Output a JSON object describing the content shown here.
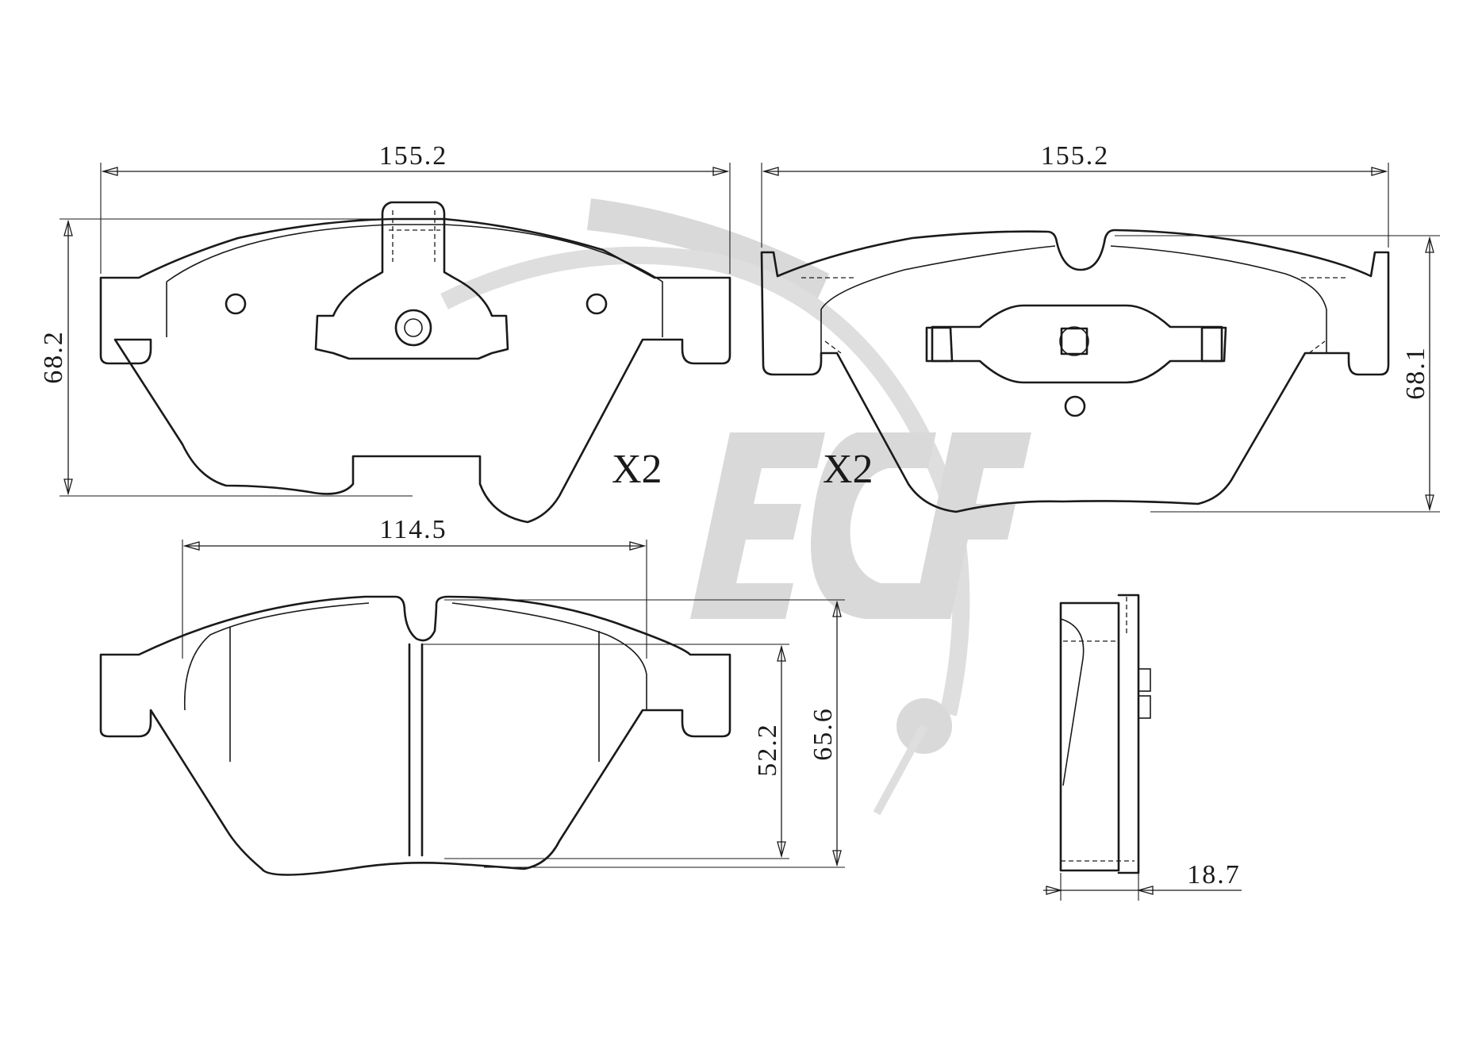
{
  "watermark": {
    "logo_text": "ECF",
    "color": "#d9d9d9"
  },
  "views": {
    "top_left": {
      "label": "pad-backing-plate-view",
      "width_dim": "155.2",
      "height_dim": "68.2",
      "quantity": "X2"
    },
    "top_right": {
      "label": "pad-friction-side-view",
      "width_dim": "155.2",
      "height_dim": "68.1",
      "quantity": "X2"
    },
    "bottom_left": {
      "label": "friction-material-view",
      "width_dim": "114.5",
      "height_dim_inner": "52.2",
      "height_dim_outer": "65.6"
    },
    "bottom_right": {
      "label": "side-profile-view",
      "thickness_dim": "18.7"
    }
  },
  "colors": {
    "line": "#1a1a1a",
    "background": "#ffffff"
  }
}
